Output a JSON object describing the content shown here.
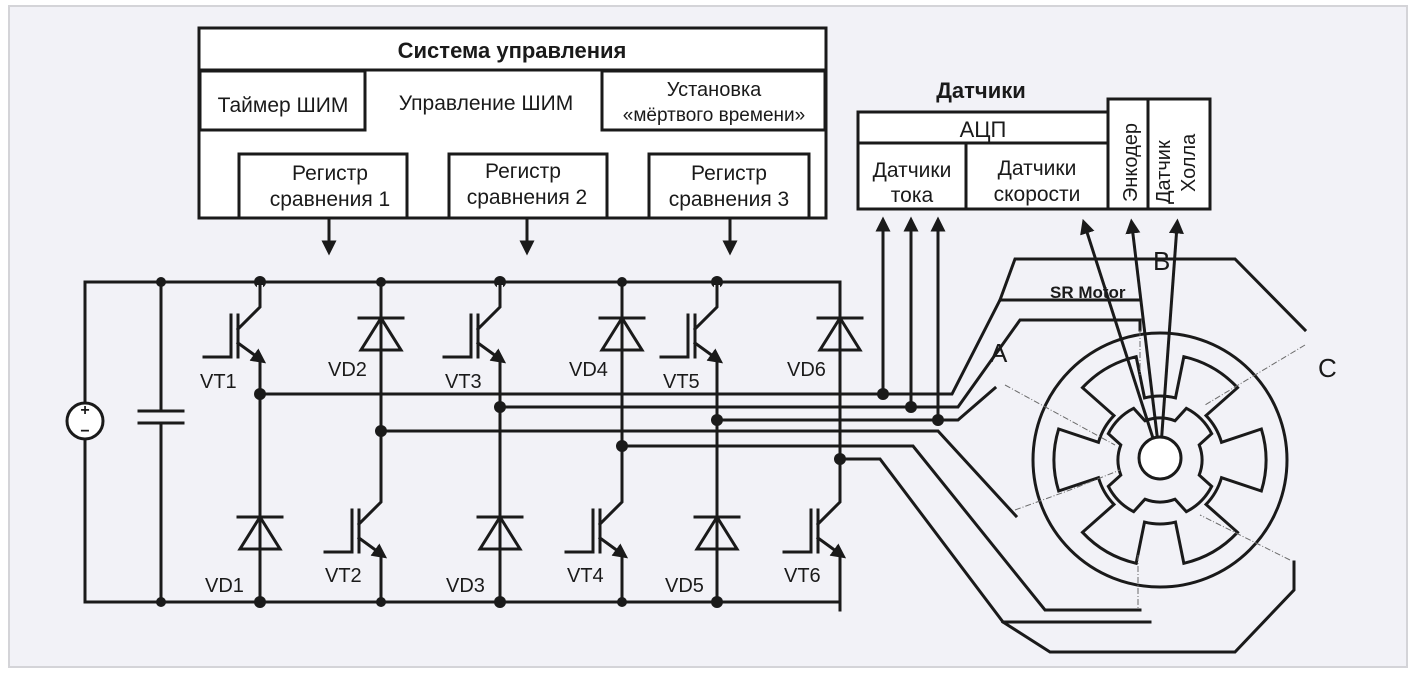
{
  "control_system": {
    "title": "Система управления",
    "pwm_timer": "Таймер ШИМ",
    "pwm_control": "Управление ШИМ",
    "dead_time_line1": "Установка",
    "dead_time_line2": "«мёртвого времени»",
    "registers": [
      {
        "line1": "Регистр",
        "line2": "сравнения 1"
      },
      {
        "line1": "Регистр",
        "line2": "сравнения 2"
      },
      {
        "line1": "Регистр",
        "line2": "сравнения 3"
      }
    ]
  },
  "sensors": {
    "title": "Датчики",
    "adc": "АЦП",
    "current_line1": "Датчики",
    "current_line2": "тока",
    "speed_line1": "Датчики",
    "speed_line2": "скорости",
    "encoder": "Энкодер",
    "hall_line1": "Датчик",
    "hall_line2": "Холла"
  },
  "inverter": {
    "transistors": [
      "VT1",
      "VT2",
      "VT3",
      "VT4",
      "VT5",
      "VT6"
    ],
    "diodes": [
      "VD1",
      "VD2",
      "VD3",
      "VD4",
      "VD5",
      "VD6"
    ]
  },
  "motor": {
    "label": "SR Motor",
    "phases": [
      "A",
      "B",
      "C"
    ]
  },
  "source": {
    "plus": "+",
    "minus": "−"
  }
}
